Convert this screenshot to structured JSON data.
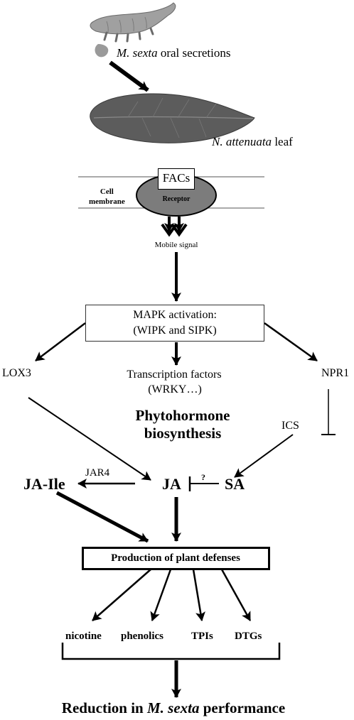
{
  "secretions_label": {
    "species": "M. sexta",
    "rest": " oral secretions"
  },
  "leaf_label": {
    "species": "N. attenuata",
    "rest": " leaf"
  },
  "membrane": {
    "label_line1": "Cell",
    "label_line2": "membrane",
    "facs": "FACs",
    "receptor": "Receptor"
  },
  "mobile_signal": "Mobile signal",
  "mapk": {
    "line1": "MAPK activation:",
    "line2": "(WIPK and SIPK)"
  },
  "lox3": "LOX3",
  "transcription": {
    "line1": "Transcription factors",
    "line2": "(WRKY…)"
  },
  "npr1": "NPR1",
  "phytohormone": {
    "line1": "Phytohormone",
    "line2": "biosynthesis"
  },
  "ics": "ICS",
  "jar4": "JAR4",
  "ja_ile": "JA-Ile",
  "ja": "JA",
  "question": "?",
  "sa": "SA",
  "defenses": "Production of plant defenses",
  "outputs": [
    "nicotine",
    "phenolics",
    "TPIs",
    "DTGs"
  ],
  "result": {
    "prefix": "Reduction in ",
    "species": "M. sexta",
    "suffix": " performance"
  },
  "colors": {
    "leaf": "#5a5a5a",
    "caterpillar": "#9a9a9a",
    "receptor": "#7a7a7a",
    "ink": "#000000"
  }
}
